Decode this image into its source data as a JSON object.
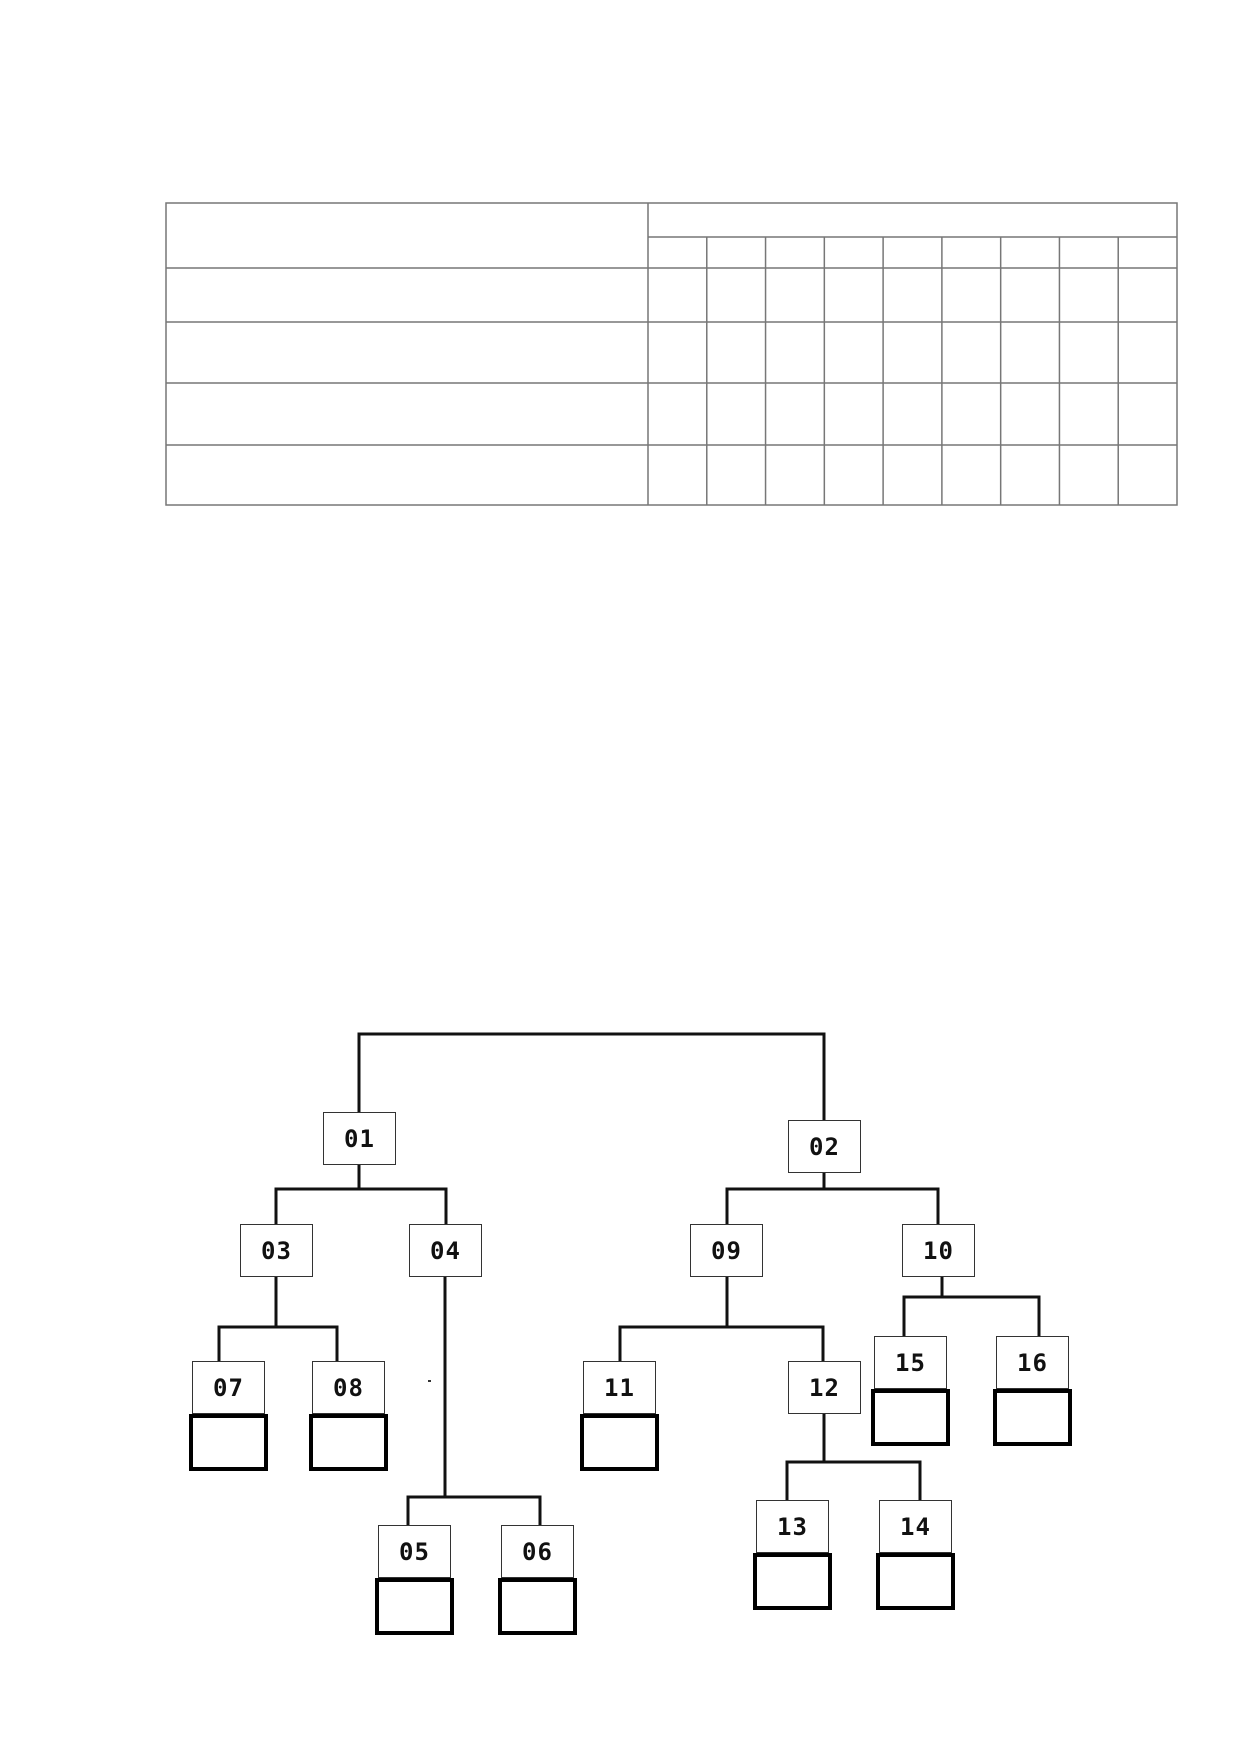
{
  "table": {
    "rows": 4,
    "columns": 9,
    "header_label": "",
    "row_labels": [
      "",
      "",
      "",
      ""
    ],
    "column_headers": [
      "",
      "",
      "",
      "",
      "",
      "",
      "",
      "",
      ""
    ]
  },
  "bracket": {
    "nodes": [
      {
        "id": "01",
        "label": "01",
        "has_slot": false
      },
      {
        "id": "02",
        "label": "02",
        "has_slot": false
      },
      {
        "id": "03",
        "label": "03",
        "has_slot": false
      },
      {
        "id": "04",
        "label": "04",
        "has_slot": false
      },
      {
        "id": "05",
        "label": "05",
        "has_slot": true
      },
      {
        "id": "06",
        "label": "06",
        "has_slot": true
      },
      {
        "id": "07",
        "label": "07",
        "has_slot": true
      },
      {
        "id": "08",
        "label": "08",
        "has_slot": true
      },
      {
        "id": "09",
        "label": "09",
        "has_slot": false
      },
      {
        "id": "10",
        "label": "10",
        "has_slot": false
      },
      {
        "id": "11",
        "label": "11",
        "has_slot": true
      },
      {
        "id": "12",
        "label": "12",
        "has_slot": false
      },
      {
        "id": "13",
        "label": "13",
        "has_slot": true
      },
      {
        "id": "14",
        "label": "14",
        "has_slot": true
      },
      {
        "id": "15",
        "label": "15",
        "has_slot": true
      },
      {
        "id": "16",
        "label": "16",
        "has_slot": true
      }
    ],
    "edges": [
      [
        "root",
        "01"
      ],
      [
        "root",
        "02"
      ],
      [
        "01",
        "03"
      ],
      [
        "01",
        "04"
      ],
      [
        "03",
        "07"
      ],
      [
        "03",
        "08"
      ],
      [
        "04",
        "05"
      ],
      [
        "04",
        "06"
      ],
      [
        "02",
        "09"
      ],
      [
        "02",
        "10"
      ],
      [
        "09",
        "11"
      ],
      [
        "09",
        "12"
      ],
      [
        "12",
        "13"
      ],
      [
        "12",
        "14"
      ],
      [
        "10",
        "15"
      ],
      [
        "10",
        "16"
      ]
    ]
  }
}
